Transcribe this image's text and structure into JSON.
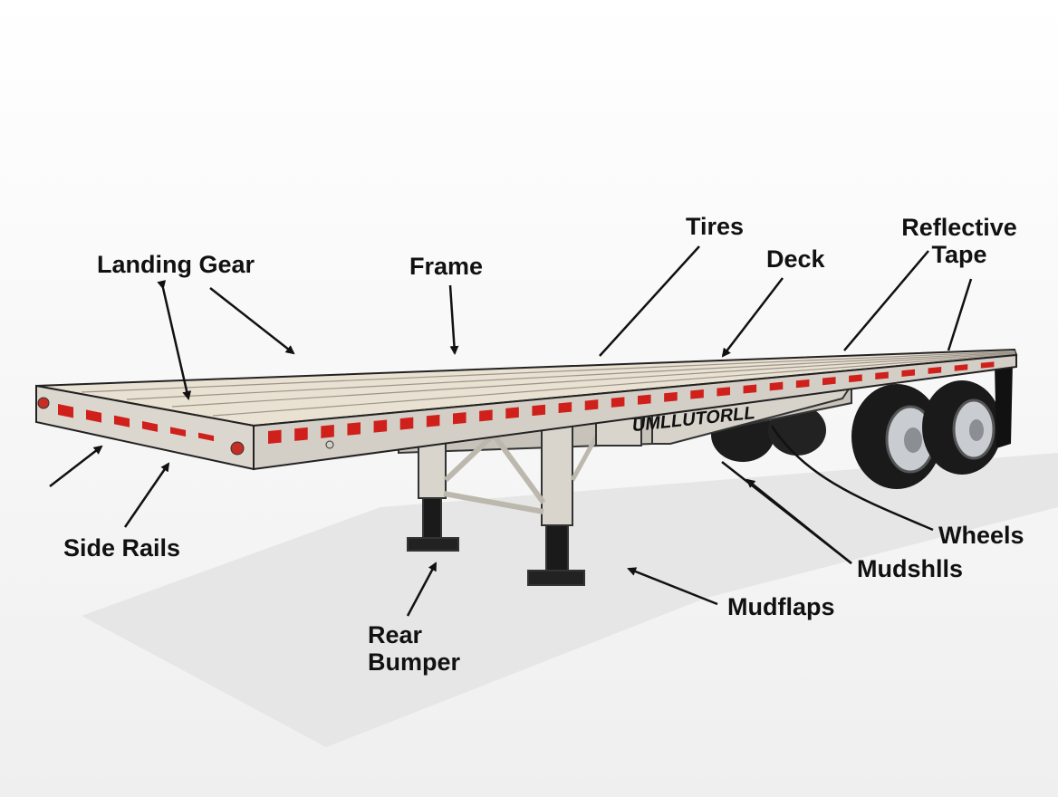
{
  "labels": {
    "landing_gear": "Landing Gear",
    "frame": "Frame",
    "tires": "Tires",
    "deck": "Deck",
    "reflective_tape_1": "Reflective",
    "reflective_tape_2": "Tape",
    "side_rails": "Side Rails",
    "rear_bumper_1": "Rear",
    "rear_bumper_2": "Bumper",
    "mudflaps": "Mudflaps",
    "mudshlls": "Mudshlls",
    "wheels": "Wheels"
  },
  "trailer_logo": "UMLLUTORLL",
  "colors": {
    "tape_red": "#d0201c",
    "deck": "#e9e1d2",
    "frame": "#cfcac1",
    "tire": "#1a1a1a"
  }
}
